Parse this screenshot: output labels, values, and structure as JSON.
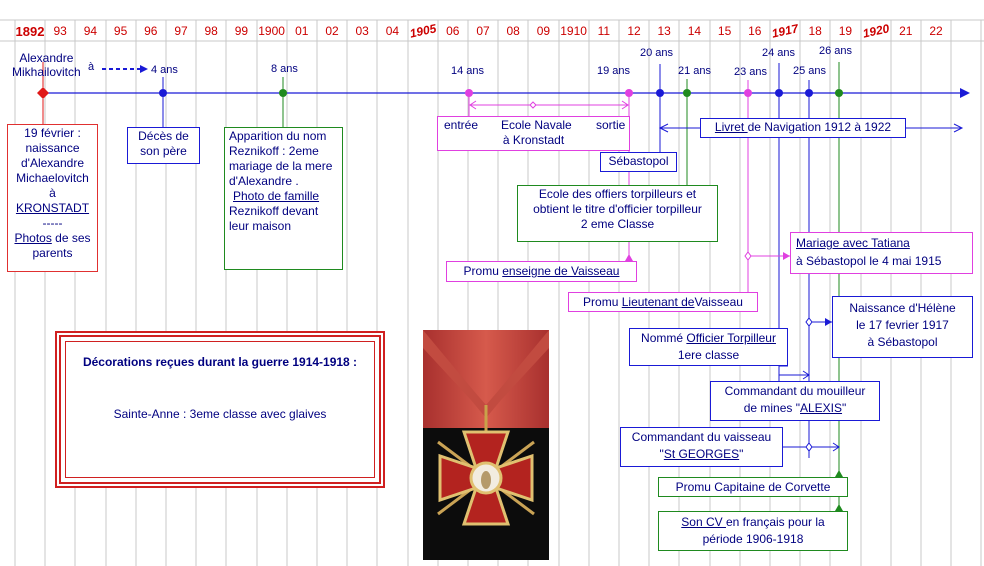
{
  "timeline": {
    "years": [
      {
        "label": "1892",
        "style": "big"
      },
      {
        "label": "93"
      },
      {
        "label": "94"
      },
      {
        "label": "95"
      },
      {
        "label": "96"
      },
      {
        "label": "97"
      },
      {
        "label": "98"
      },
      {
        "label": "99"
      },
      {
        "label": "1900"
      },
      {
        "label": "01"
      },
      {
        "label": "02"
      },
      {
        "label": "03"
      },
      {
        "label": "04"
      },
      {
        "label": "1905",
        "style": "ital"
      },
      {
        "label": "06"
      },
      {
        "label": "07"
      },
      {
        "label": "08"
      },
      {
        "label": "09"
      },
      {
        "label": "1910"
      },
      {
        "label": "11"
      },
      {
        "label": "12"
      },
      {
        "label": "13"
      },
      {
        "label": "14"
      },
      {
        "label": "15"
      },
      {
        "label": "16"
      },
      {
        "label": "1917",
        "style": "ital"
      },
      {
        "label": "18"
      },
      {
        "label": "19"
      },
      {
        "label": "1920",
        "style": "ital"
      },
      {
        "label": "21"
      },
      {
        "label": "22"
      }
    ],
    "name": [
      "Alexandre",
      "Mikhailovitch"
    ],
    "arrow_a": "à",
    "ages": {
      "a4": "4 ans",
      "a8": "8 ans",
      "a14": "14 ans",
      "a19": "19 ans",
      "a20": "20 ans",
      "a21": "21 ans",
      "a23": "23 ans",
      "a24": "24 ans",
      "a25": "25 ans",
      "a26": "26 ans"
    }
  },
  "events": {
    "birth": {
      "l1": "19 février :",
      "l2": "naissance",
      "l3": "d'Alexandre",
      "l4": "Michaelovitch",
      "l5": "à",
      "l6": "KRONSTADT",
      "l7": "-----",
      "l8": "Photos",
      "l9": " de ses",
      "l10": "parents"
    },
    "father": {
      "l1": "Décès de",
      "l2": "son père"
    },
    "name_box": {
      "l1": "Apparition du nom",
      "l2": "Reznikoff : 2eme",
      "l3": "mariage de la mere",
      "l4": "d'Alexandre .",
      "l5": "Photo de famille",
      "l6": "Reznikoff devant",
      "l7": "leur maison"
    },
    "school": {
      "entry": "entrée",
      "name": "Ecole Navale",
      "exit": "sortie",
      "place": "à Kronstadt"
    },
    "sebastopol": "Sébastopol",
    "navigation": {
      "link": "Livret ",
      "rest": "de Navigation 1912 à 1922"
    },
    "torpedo_school": {
      "l1": "Ecole des offiers torpilleurs et",
      "l2": "obtient le titre d'officier torpilleur",
      "l3": "2 eme Classe"
    },
    "marriage": {
      "l1": "Mariage avec Tatiana",
      "l2": "à Sébastopol le 4 mai 1915"
    },
    "enseigne": {
      "pre": "Promu ",
      "link": "enseigne de Vaisseau"
    },
    "lieutenant": {
      "pre": "Promu ",
      "link": "Lieutenant de",
      "post": "Vaisseau"
    },
    "helene": {
      "l1": "Naissance d'Hélène",
      "l2": "le 17 fevrier 1917",
      "l3": "à Sébastopol"
    },
    "officer": {
      "pre": "Nommé ",
      "link": "Officier Torpilleur",
      "l2": "1ere classe"
    },
    "alexis": {
      "l1": "Commandant du mouilleur",
      "l2": "de mines \"",
      "link": "ALEXIS",
      "post": "\""
    },
    "georges": {
      "l1": "Commandant du vaisseau",
      "l2": "\"",
      "link": "St GEORGES",
      "post": "\""
    },
    "corvette": "Promu Capitaine de Corvette",
    "cv": {
      "link": "Son CV ",
      "rest": "en français pour la",
      "l2": "période 1906-1918"
    }
  },
  "decorations": {
    "title": "Décorations reçues durant la guerre 1914-1918 :",
    "item": "Sainte-Anne : 3eme classe avec  glaives"
  },
  "colors": {
    "year_red": "#cc0000",
    "timeline_blue": "#1a1ad6",
    "text_navy": "#000080",
    "green": "#1f8a1f",
    "magenta": "#e040e0",
    "red": "#e03030"
  }
}
